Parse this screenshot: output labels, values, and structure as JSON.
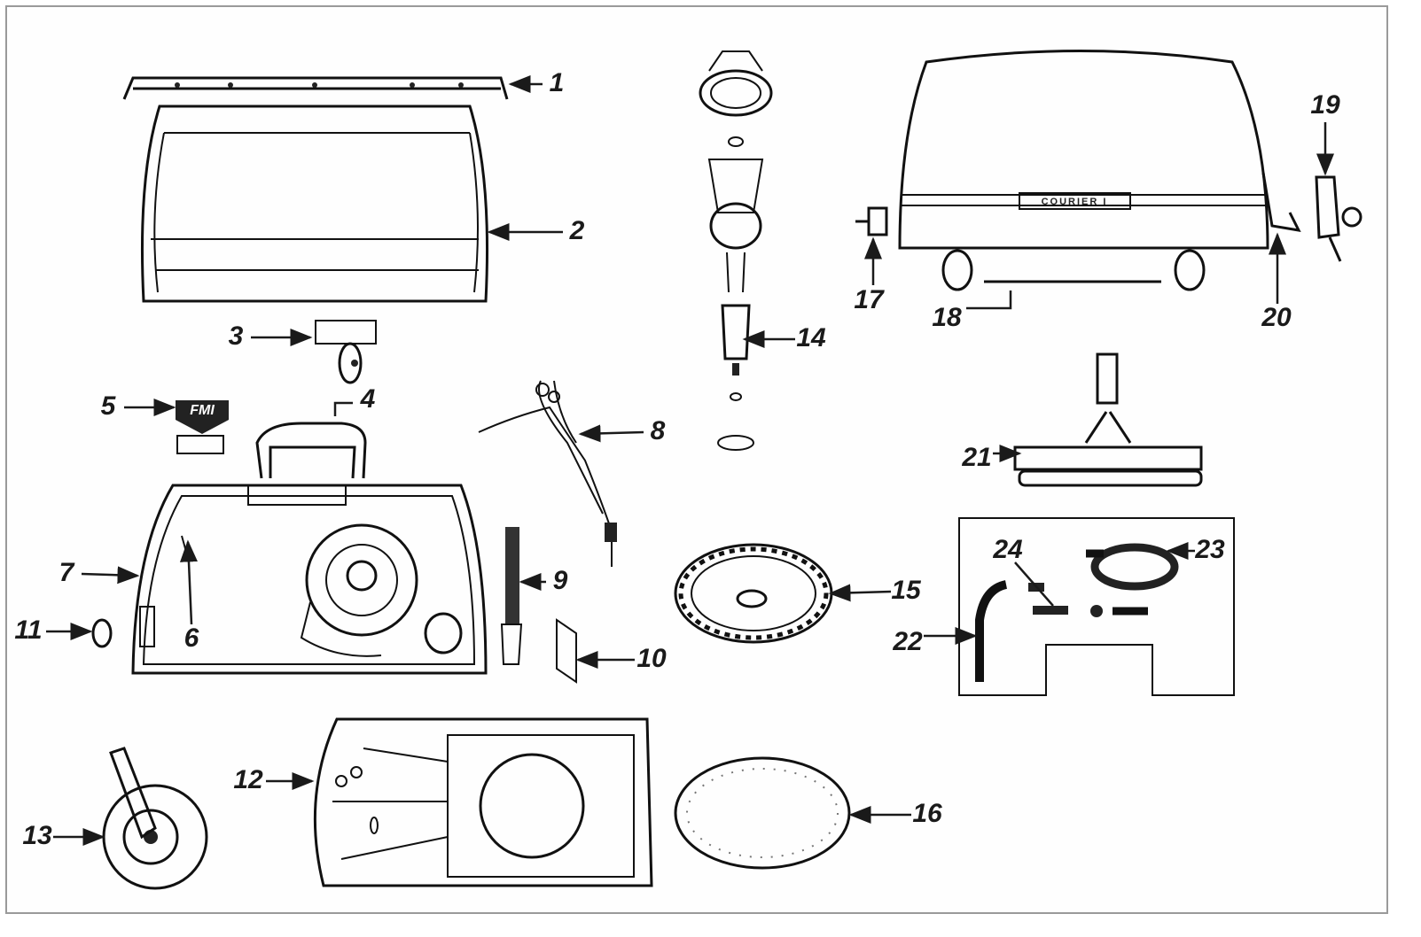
{
  "diagram": {
    "type": "exploded-parts-diagram",
    "callouts": {
      "1": "1",
      "2": "2",
      "3": "3",
      "4": "4",
      "5": "5",
      "6": "6",
      "7": "7",
      "8": "8",
      "9": "9",
      "10": "10",
      "11": "11",
      "12": "12",
      "13": "13",
      "14": "14",
      "15": "15",
      "16": "16",
      "17": "17",
      "18": "18",
      "19": "19",
      "20": "20",
      "21": "21",
      "22": "22",
      "23": "23",
      "24": "24"
    },
    "nameplate_text": "COURIER I",
    "badge_text": "FMI"
  }
}
